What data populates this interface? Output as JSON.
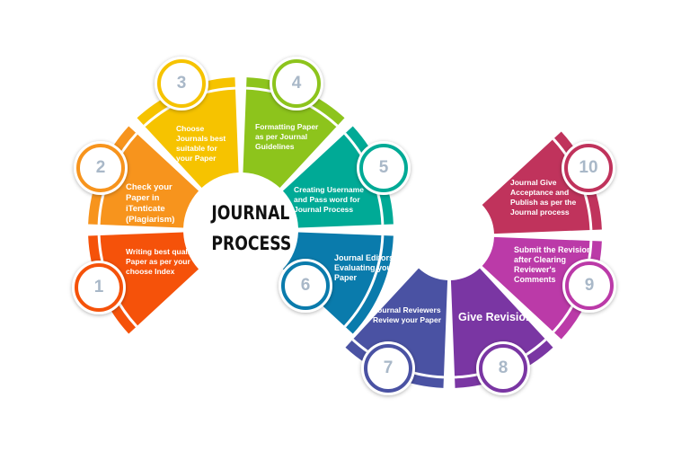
{
  "title": [
    "JOURNAL",
    "PROCESS"
  ],
  "steps": [
    {
      "number": "1",
      "text": "Writing best quality Paper as per your choose Index",
      "color": "#f5520a"
    },
    {
      "number": "2",
      "text": "Check your Paper in iTenticate (Plagiarism)",
      "color": "#f7941d"
    },
    {
      "number": "3",
      "text": "Choose Journals best suitable for your Paper",
      "color": "#f6c300"
    },
    {
      "number": "4",
      "text": "Formatting Paper as per Journal Guidelines",
      "color": "#8dc41c"
    },
    {
      "number": "5",
      "text": "Creating Username and Pass word for Journal Process",
      "color": "#00aa96"
    },
    {
      "number": "6",
      "text": "Journal Editors Evaluating your Paper",
      "color": "#0a7bac"
    },
    {
      "number": "7",
      "text": "Journal Reviewers Review your Paper",
      "color": "#4a52a3"
    },
    {
      "number": "8",
      "text": "Give Revision",
      "color": "#7a36a3"
    },
    {
      "number": "9",
      "text": "Submit the Revision after Clearing Reviewer's Comments",
      "color": "#bb3aa8"
    },
    {
      "number": "10",
      "text": "Journal Give Acceptance and Publish as per the Journal process",
      "color": "#c0335c"
    }
  ]
}
